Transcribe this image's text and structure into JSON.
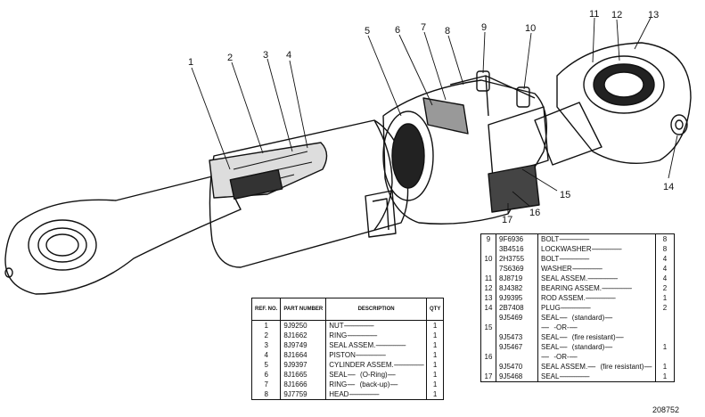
{
  "callouts": [
    "1",
    "2",
    "3",
    "4",
    "5",
    "6",
    "7",
    "8",
    "9",
    "10",
    "11",
    "12",
    "13",
    "14",
    "15",
    "16",
    "17"
  ],
  "table_left": {
    "headers": {
      "ref": "REF. NO.",
      "part": "PART NUMBER",
      "description": "DESCRIPTION",
      "qty": "QTY"
    },
    "rows": [
      {
        "ref": "1",
        "part": "9J9250",
        "desc": "NUT",
        "note": "",
        "qty": "1"
      },
      {
        "ref": "2",
        "part": "8J1662",
        "desc": "RING",
        "note": "",
        "qty": "1"
      },
      {
        "ref": "3",
        "part": "8J9749",
        "desc": "SEAL ASSEM.",
        "note": "",
        "qty": "1"
      },
      {
        "ref": "4",
        "part": "8J1664",
        "desc": "PISTON",
        "note": "",
        "qty": "1"
      },
      {
        "ref": "5",
        "part": "9J9397",
        "desc": "CYLINDER ASSEM.",
        "note": "",
        "qty": "1"
      },
      {
        "ref": "6",
        "part": "8J1665",
        "desc": "SEAL",
        "note": "(O-Ring)",
        "qty": "1"
      },
      {
        "ref": "7",
        "part": "8J1666",
        "desc": "RING",
        "note": "(back-up)",
        "qty": "1"
      },
      {
        "ref": "8",
        "part": "9J7759",
        "desc": "HEAD",
        "note": "",
        "qty": "1"
      }
    ]
  },
  "table_right": {
    "rows": [
      {
        "ref": "9",
        "part": "9F6936",
        "desc": "BOLT",
        "note": "",
        "qty": "8"
      },
      {
        "ref": "",
        "part": "3B4516",
        "desc": "LOCKWASHER",
        "note": "",
        "qty": "8"
      },
      {
        "ref": "10",
        "part": "2H3755",
        "desc": "BOLT",
        "note": "",
        "qty": "4"
      },
      {
        "ref": "",
        "part": "7S6369",
        "desc": "WASHER",
        "note": "",
        "qty": "4"
      },
      {
        "ref": "11",
        "part": "8J8719",
        "desc": "SEAL ASSEM.",
        "note": "",
        "qty": "4"
      },
      {
        "ref": "12",
        "part": "8J4382",
        "desc": "BEARING ASSEM.",
        "note": "",
        "qty": "2"
      },
      {
        "ref": "13",
        "part": "9J9395",
        "desc": "ROD ASSEM.",
        "note": "",
        "qty": "1"
      },
      {
        "ref": "14",
        "part": "2B7408",
        "desc": "PLUG",
        "note": "",
        "qty": "2"
      },
      {
        "ref": "",
        "part": "9J5469",
        "desc": "SEAL",
        "note": "(standard)",
        "qty": ""
      },
      {
        "ref": "15",
        "part": "",
        "desc": "",
        "note": "-OR-",
        "qty": ""
      },
      {
        "ref": "",
        "part": "9J5473",
        "desc": "SEAL",
        "note": "(fire resistant)",
        "qty": ""
      },
      {
        "ref": "",
        "part": "9J5467",
        "desc": "SEAL",
        "note": "(standard)",
        "qty": "1"
      },
      {
        "ref": "16",
        "part": "",
        "desc": "",
        "note": "-OR-",
        "qty": ""
      },
      {
        "ref": "",
        "part": "9J5470",
        "desc": "SEAL ASSEM.",
        "note": "(fire resistant)",
        "qty": "1"
      },
      {
        "ref": "17",
        "part": "9J5468",
        "desc": "SEAL",
        "note": "",
        "qty": "1"
      }
    ]
  },
  "drawing_number": "208752"
}
